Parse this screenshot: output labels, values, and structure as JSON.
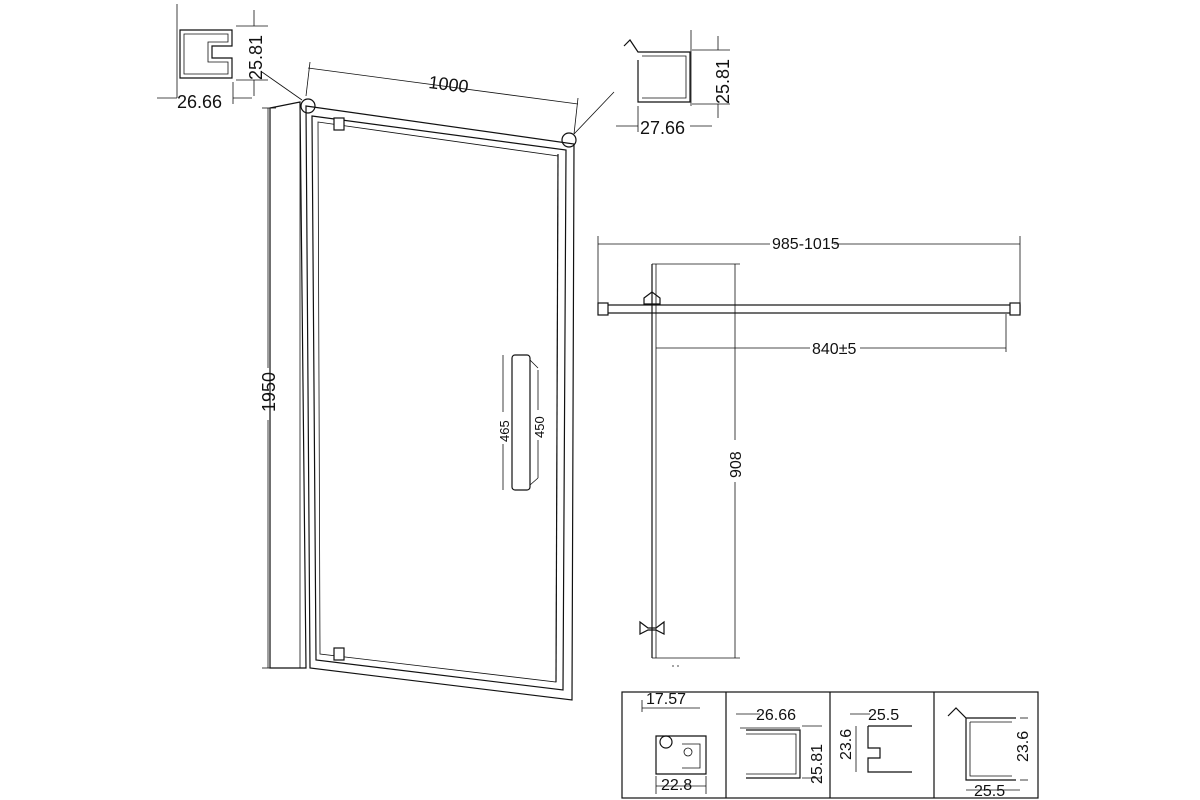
{
  "dimensions": {
    "door_width": "1000",
    "door_height": "1950",
    "handle_outer": "465",
    "handle_inner": "450",
    "wall_profile_height": "25.81",
    "wall_profile_width": "26.66",
    "top_profile_height": "25.81",
    "top_profile_width": "27.66",
    "install_range": "985-1015",
    "opening_width": "840±5",
    "swing_depth": "908"
  },
  "profiles": [
    {
      "label_top": "17.57",
      "label_bottom": "22.8"
    },
    {
      "label_top": "26.66",
      "label_side": "25.81"
    },
    {
      "label_top": "25.5",
      "label_side": "23.6"
    },
    {
      "label_side": "23.6",
      "label_bottom": "25.5"
    }
  ]
}
